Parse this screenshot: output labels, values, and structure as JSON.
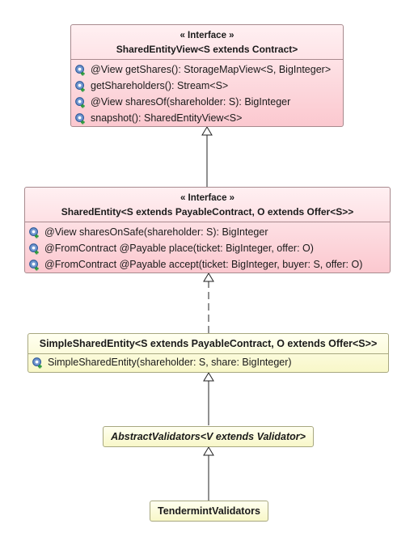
{
  "colors": {
    "interface_fill": "#fbc8cf",
    "class_fill": "#f8f7c8",
    "method_icon": "#3b6fb5",
    "method_icon_plus": "#2e9a3e"
  },
  "shared_entity_view": {
    "stereotype": "« Interface »",
    "name": "SharedEntityView<S extends Contract>",
    "members": [
      "@View getShares(): StorageMapView<S, BigInteger>",
      "getShareholders(): Stream<S>",
      "@View sharesOf(shareholder: S): BigInteger",
      "snapshot(): SharedEntityView<S>"
    ]
  },
  "shared_entity": {
    "stereotype": "« Interface »",
    "name": "SharedEntity<S extends PayableContract, O extends Offer<S>>",
    "members": [
      "@View sharesOnSafe(shareholder: S): BigInteger",
      "@FromContract @Payable place(ticket: BigInteger, offer: O)",
      "@FromContract @Payable accept(ticket: BigInteger, buyer: S, offer: O)"
    ]
  },
  "simple_shared_entity": {
    "name": "SimpleSharedEntity<S extends PayableContract, O extends Offer<S>>",
    "members": [
      "SimpleSharedEntity(shareholder: S, share: BigInteger)"
    ]
  },
  "abstract_validators": {
    "name": "AbstractValidators<V extends Validator>"
  },
  "tendermint_validators": {
    "name": "TendermintValidators"
  }
}
